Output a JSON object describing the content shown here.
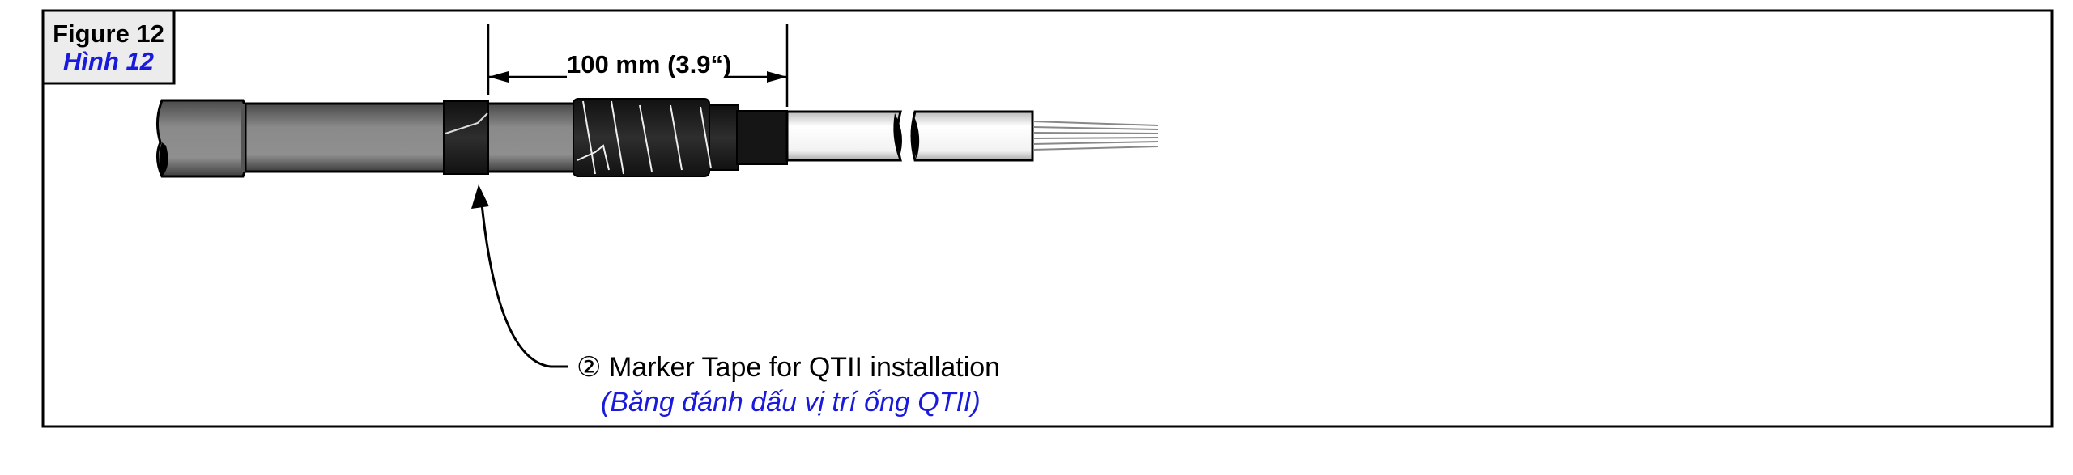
{
  "figure": {
    "title": "Figure 12",
    "subtitle": "Hình 12"
  },
  "dimension": {
    "label": "100 mm (3.9“)"
  },
  "callout": {
    "number_symbol": "②",
    "label": "Marker Tape for QTII installation",
    "translation": "(Băng đánh dấu vị trí ống QTII)"
  },
  "colors": {
    "title_blue": "#1a1adc",
    "jacket_gray": "#6f6f6f",
    "tape_black": "#1e1e1e",
    "label_box_bg": "#ececec"
  }
}
